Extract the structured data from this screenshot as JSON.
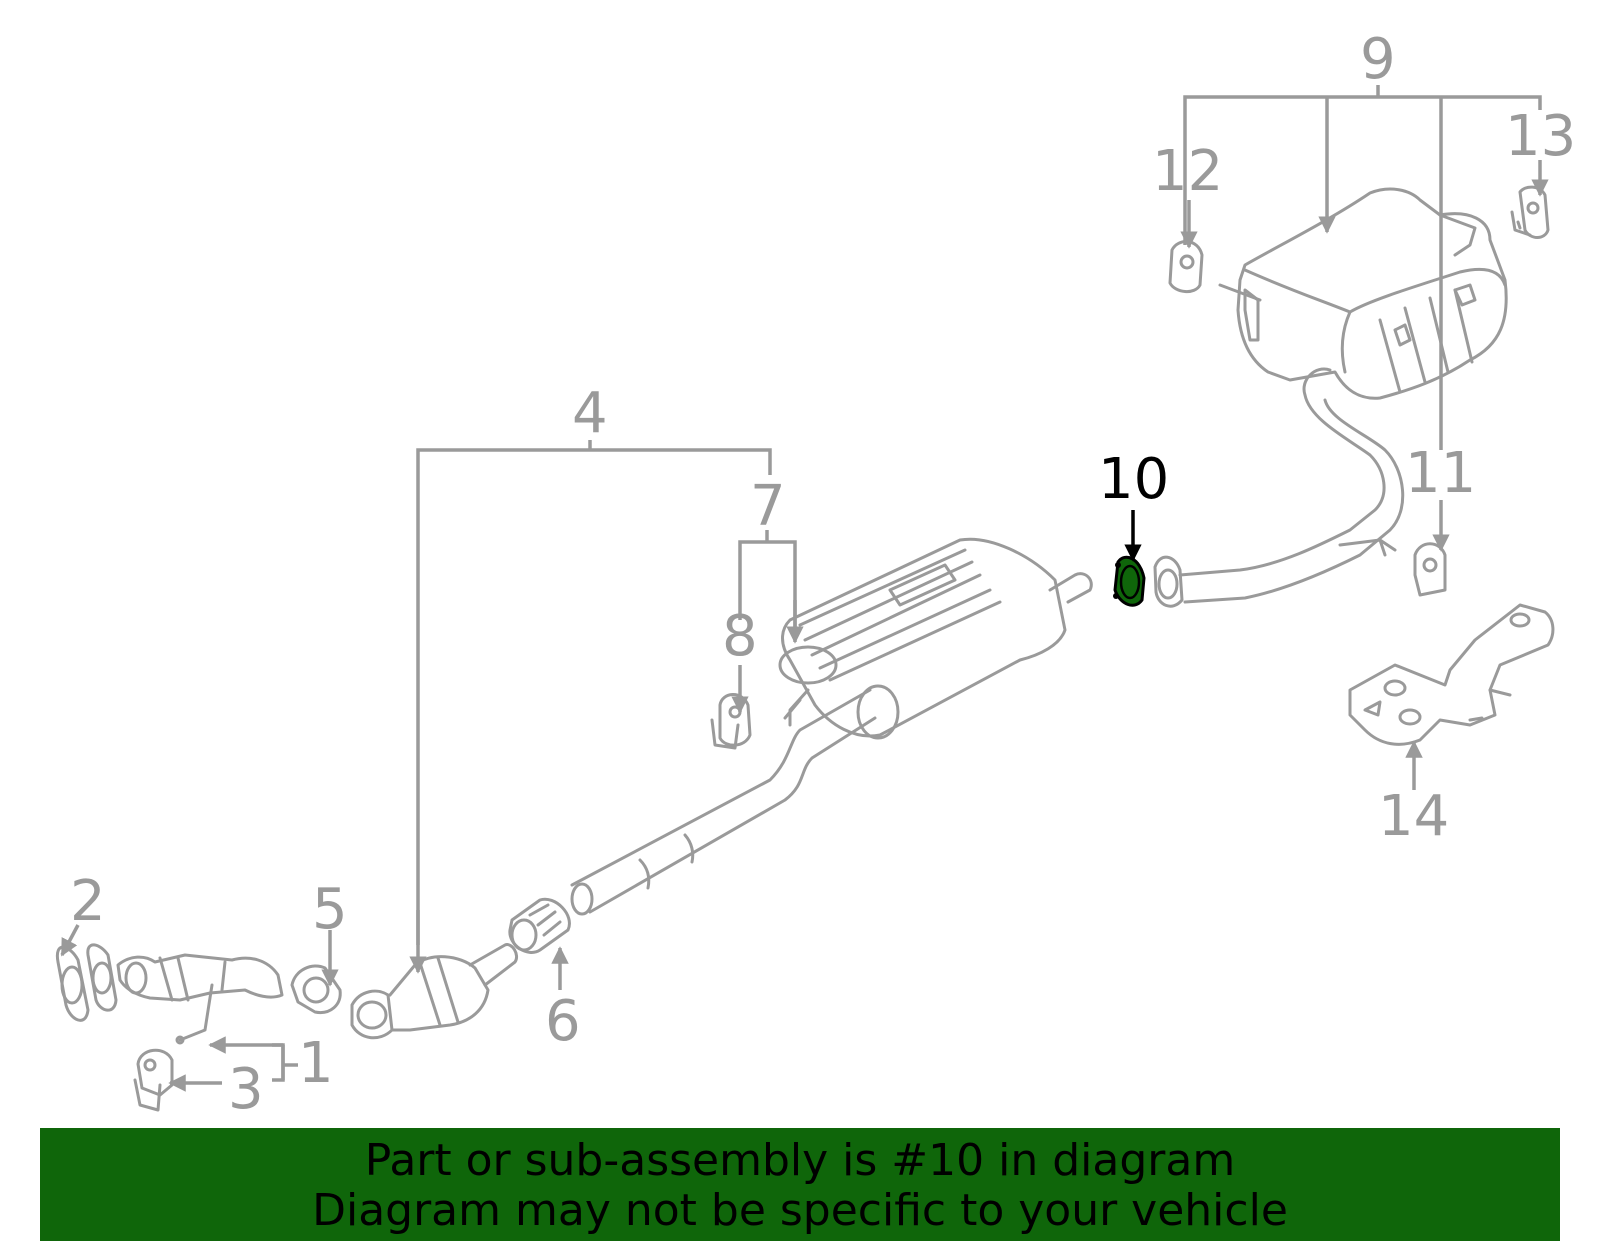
{
  "callouts": {
    "c1": "1",
    "c2": "2",
    "c3": "3",
    "c4": "4",
    "c5": "5",
    "c6": "6",
    "c7": "7",
    "c8": "8",
    "c9": "9",
    "c10": "10",
    "c11": "11",
    "c12": "12",
    "c13": "13",
    "c14": "14"
  },
  "highlighted_part": "10",
  "banner": {
    "line1": "Part or sub-assembly is #10 in diagram",
    "line2": "Diagram may not be specific to your vehicle"
  },
  "colors": {
    "line_art": "#9a9a9a",
    "highlight_part": "#0f660a",
    "banner_background": "#0f660a",
    "text": "#000000"
  }
}
